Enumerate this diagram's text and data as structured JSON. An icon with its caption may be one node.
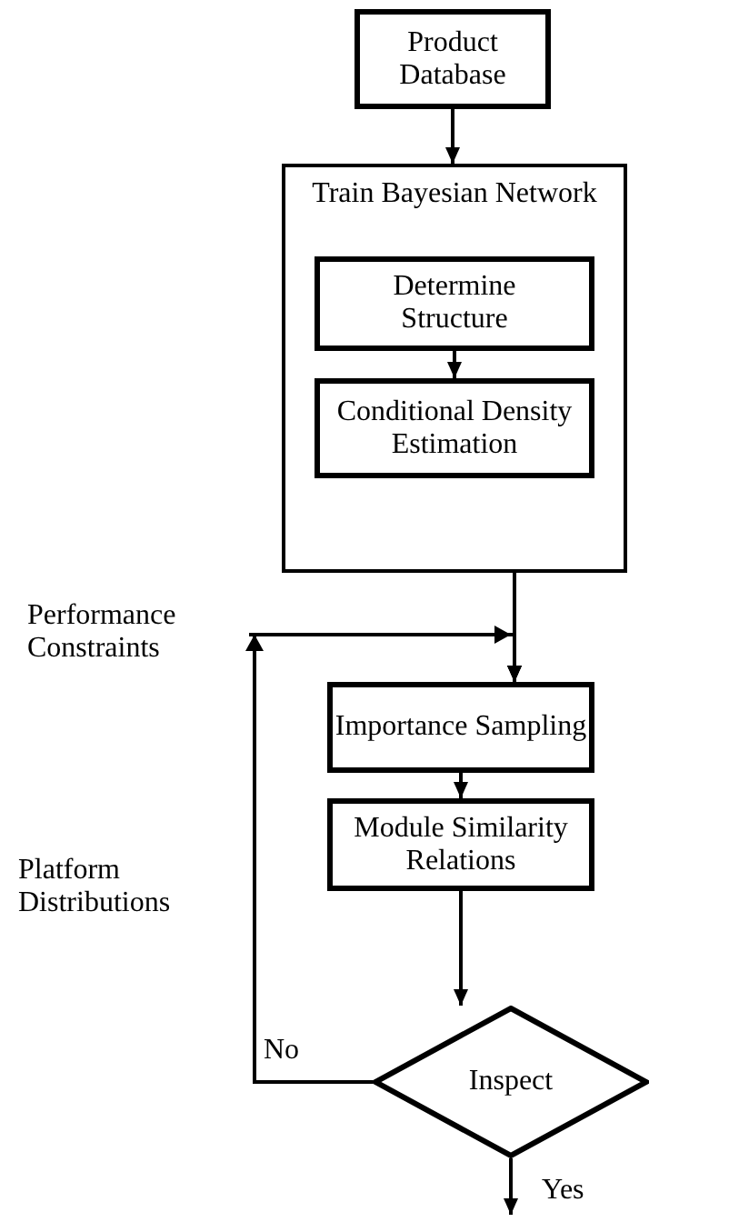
{
  "diagram": {
    "nodes": [
      {
        "text": [
          "Product Database"
        ]
      },
      {
        "text": [
          "Train Bayesian Network"
        ]
      },
      {
        "text": [
          "Determine Structure"
        ],
        "in": 1
      },
      {
        "text": [
          "Conditional Density Estimation"
        ],
        "in": 1
      },
      {
        "text": [
          "Performance Constraints"
        ]
      },
      {
        "text": [
          "Importance Sampling"
        ]
      },
      {
        "text": [
          "Module Similarity Relations"
        ]
      },
      {
        "text": [
          "Inspect"
        ]
      }
    ],
    "edges": [
      {
        "from": 0,
        "to": 1,
        "arrow": "to"
      },
      {
        "from": 2,
        "to": 3,
        "arrow": "to"
      },
      {
        "from": 1,
        "to": 5,
        "arrow": "to"
      },
      {
        "from": 4,
        "to": 5,
        "arrow": "to"
      },
      {
        "from": 5,
        "to": 6,
        "arrow": "to"
      },
      {
        "from": 6,
        "to": 7,
        "arrow": "to"
      },
      {
        "from": 7,
        "to": 5,
        "arrow": "to",
        "label": "No"
      },
      {
        "from": 7,
        "to": null,
        "arrow": "to",
        "label": "Yes"
      }
    ],
    "labels": [
      "Platform Distributions"
    ]
  }
}
